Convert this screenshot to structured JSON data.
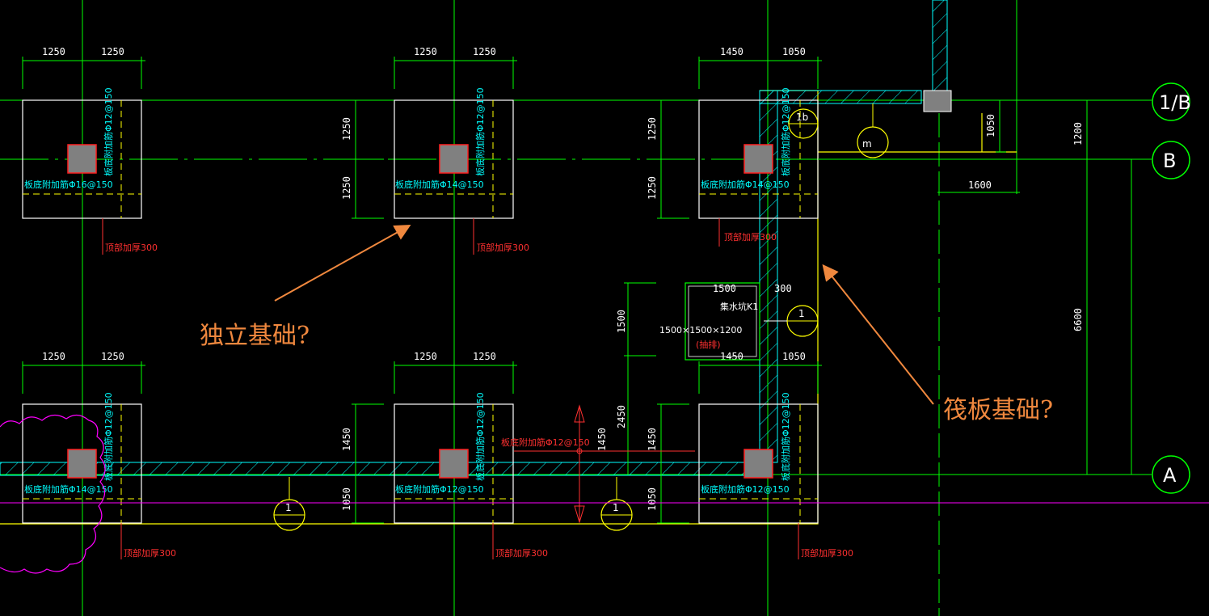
{
  "colors": {
    "background": "#000000",
    "grid": "#00ff00",
    "footing": "#ffffff",
    "column": "#ff2020",
    "rebar_note": "#00ffff",
    "thickness_note": "#ff3030",
    "raft_edge": "#ffff00",
    "annotation": "#f0883e",
    "cloud": "#ff00ff"
  },
  "dimensions": {
    "d1250": "1250",
    "d1450": "1450",
    "d1050": "1050",
    "d1600": "1600",
    "d1200": "1200",
    "d6600": "6600",
    "d1500": "1500",
    "d300": "300",
    "d2450": "2450"
  },
  "rebar_notes": {
    "phi16": "板底附加筋Φ16@150",
    "phi14": "板底附加筋Φ14@150",
    "phi12": "板底附加筋Φ12@150",
    "vphi12": "板底附加筋Φ12@150",
    "midphi12": "板底附加筋Φ12@150"
  },
  "thickness_note": "顶部加厚300",
  "sump": {
    "title": "集水坑K1",
    "size": "1500×1500×1200",
    "remark": "(抽排)"
  },
  "axes": {
    "axis_1b": "1/B",
    "axis_b": "B",
    "axis_a": "A"
  },
  "section_marks": {
    "top_num": "1b",
    "top_mid": "m",
    "side": "1",
    "bottom": "1"
  },
  "annotations": {
    "isolated": "独立基础?",
    "raft": "筏板基础?"
  }
}
